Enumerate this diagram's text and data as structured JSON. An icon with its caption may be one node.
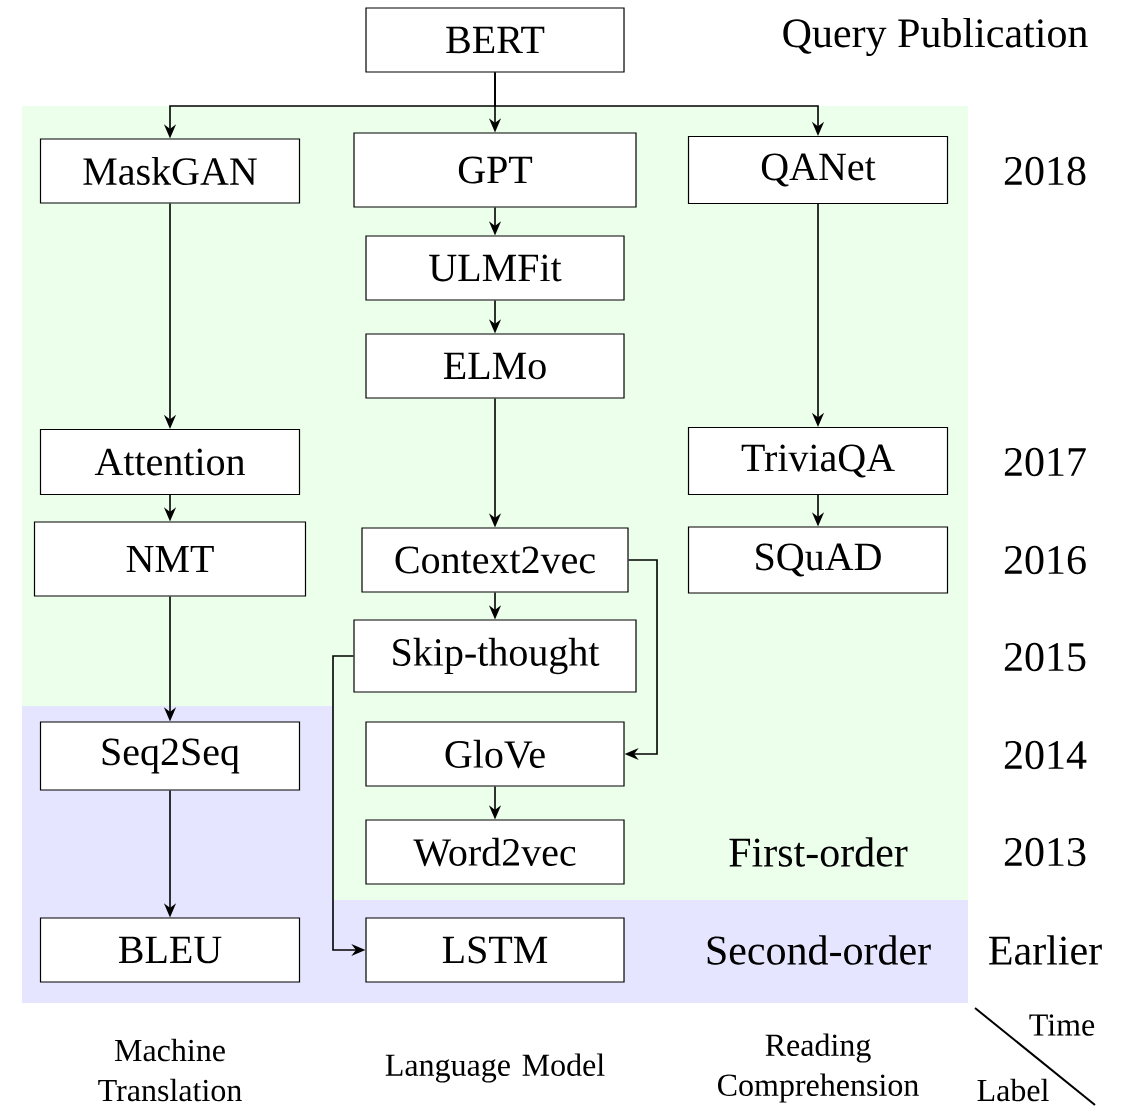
{
  "diagram": {
    "nodes": [
      {
        "text": [
          "BERT"
        ]
      },
      {
        "text": [
          "MaskGAN"
        ]
      },
      {
        "text": [
          "GPT"
        ]
      },
      {
        "text": [
          "QANet"
        ]
      },
      {
        "text": [
          "ULMFit"
        ]
      },
      {
        "text": [
          "ELMo"
        ]
      },
      {
        "text": [
          "Attention"
        ]
      },
      {
        "text": [
          "TriviaQA"
        ]
      },
      {
        "text": [
          "NMT"
        ]
      },
      {
        "text": [
          "Context2vec"
        ]
      },
      {
        "text": [
          "SQuAD"
        ]
      },
      {
        "text": [
          "Skip-thought"
        ]
      },
      {
        "text": [
          "Seq2Seq"
        ]
      },
      {
        "text": [
          "GloVe"
        ]
      },
      {
        "text": [
          "Word2vec"
        ]
      },
      {
        "text": [
          "BLEU"
        ]
      },
      {
        "text": [
          "LSTM"
        ]
      }
    ],
    "edges": [
      {
        "from": 0,
        "to": 1,
        "arrow": "to"
      },
      {
        "from": 0,
        "to": 2,
        "arrow": "to"
      },
      {
        "from": 0,
        "to": 3,
        "arrow": "to"
      },
      {
        "from": 1,
        "to": 6,
        "arrow": "to"
      },
      {
        "from": 2,
        "to": 4,
        "arrow": "to"
      },
      {
        "from": 4,
        "to": 5,
        "arrow": "to"
      },
      {
        "from": 5,
        "to": 9,
        "arrow": "to"
      },
      {
        "from": 3,
        "to": 7,
        "arrow": "to"
      },
      {
        "from": 7,
        "to": 10,
        "arrow": "to"
      },
      {
        "from": 6,
        "to": 8,
        "arrow": "to"
      },
      {
        "from": 8,
        "to": 12,
        "arrow": "to"
      },
      {
        "from": 9,
        "to": 11,
        "arrow": "to"
      },
      {
        "from": 9,
        "to": 13,
        "arrow": "to"
      },
      {
        "from": 11,
        "to": 16,
        "arrow": "to"
      },
      {
        "from": 13,
        "to": 14,
        "arrow": "to"
      },
      {
        "from": 12,
        "to": 15,
        "arrow": "to"
      }
    ],
    "labels": [
      "Query Publication",
      "2018",
      "2017",
      "2016",
      "2015",
      "2014",
      "2013",
      "First-order",
      "Second-order",
      "Earlier",
      "Time",
      "Label",
      "Machine Translation",
      "Language Model",
      "Reading Comprehension"
    ]
  }
}
